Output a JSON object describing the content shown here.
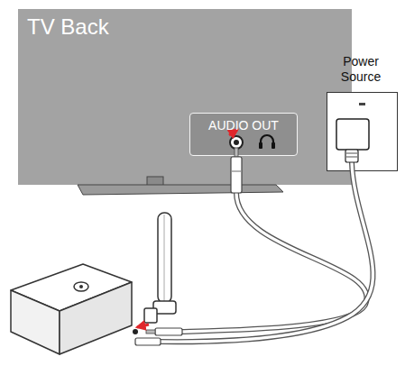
{
  "diagram": {
    "nodes": [
      {
        "text": [
          "TV Back"
        ]
      },
      {
        "text": [
          "AUDIO OUT"
        ],
        "in": 0
      },
      {
        "text": [
          "Power Source"
        ]
      }
    ]
  }
}
